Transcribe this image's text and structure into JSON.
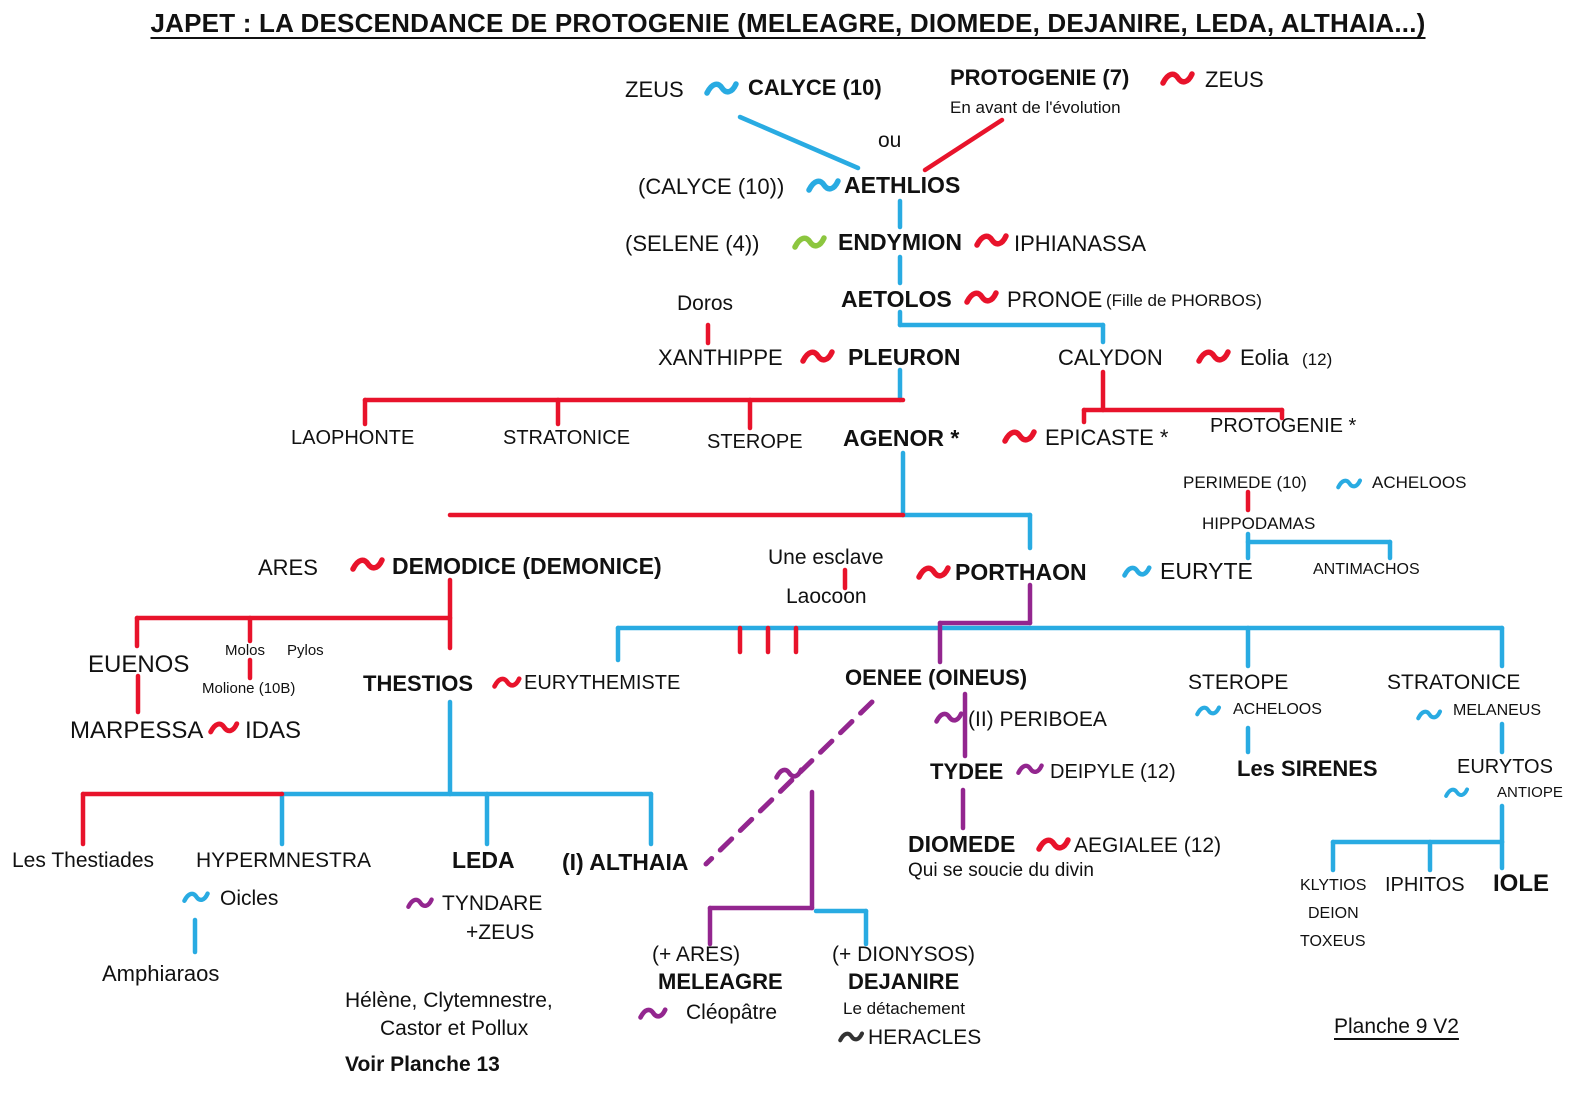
{
  "title": "JAPET : LA DESCENDANCE DE PROTOGENIE (MELEAGRE, DIOMEDE, DEJANIRE, LEDA, ALTHAIA...)",
  "colors": {
    "union_line_cyan": "#29abe2",
    "union_line_red": "#e8132b",
    "union_line_purple": "#93268f",
    "union_tilde_green": "#8cc63f",
    "text": "#111111"
  },
  "labels": {
    "zeus_top_left": "ZEUS",
    "calyce_10": "CALYCE (10)",
    "protogenie_7": "PROTOGENIE (7)",
    "zeus_top_right": "ZEUS",
    "evolution_note": "En avant de l'évolution",
    "ou": "ou",
    "calyce_paren": "(CALYCE (10))",
    "aethlios": "AETHLIOS",
    "selene_paren": "(SELENE (4))",
    "endymion": "ENDYMION",
    "iphianassa": "IPHIANASSA",
    "aetolos": "AETOLOS",
    "pronoe": "PRONOE",
    "fille_phorbos": "(Fille de PHORBOS)",
    "doros": "Doros",
    "xanthippe": "XANTHIPPE",
    "pleuron": "PLEURON",
    "calydon": "CALYDON",
    "eolia": "Eolia",
    "eolia_12": "(12)",
    "laophonte": "LAOPHONTE",
    "stratonice_1": "STRATONICE",
    "sterope_1": "STEROPE",
    "agenor": "AGENOR *",
    "epicaste": "EPICASTE *",
    "protogenie_star": "PROTOGENIE *",
    "perimede_10": "PERIMEDE (10)",
    "acheloos_1": "ACHELOOS",
    "hippodamas": "HIPPODAMAS",
    "euryte": "EURYTE",
    "antimachos": "ANTIMACHOS",
    "ares": "ARES",
    "demodice": "DEMODICE (DEMONICE)",
    "une_esclave": "Une esclave",
    "laocoon": "Laocoon",
    "porthaon": "PORTHAON",
    "euenos": "EUENOS",
    "molos": "Molos",
    "pylos": "Pylos",
    "molione_10b": "Molione (10B)",
    "thestios": "THESTIOS",
    "eurythemiste": "EURYTHEMISTE",
    "marpessa": "MARPESSA",
    "idas": "IDAS",
    "oenee": "OENEE (OINEUS)",
    "periboea": "(II) PERIBOEA",
    "tydee": "TYDEE",
    "deipyle_12": "DEIPYLE (12)",
    "diomede": "DIOMEDE",
    "aegialee_12": "AEGIALEE (12)",
    "divin_note": "Qui se soucie du divin",
    "sterope_2": "STEROPE",
    "acheloos_2": "ACHELOOS",
    "sirenes": "Les SIRENES",
    "stratonice_2": "STRATONICE",
    "melaneus": "MELANEUS",
    "eurytos": "EURYTOS",
    "antiope": "ANTIOPE",
    "klytios": "KLYTIOS",
    "iphitos": "IPHITOS",
    "iole": "IOLE",
    "deion": "DEION",
    "toxeus": "TOXEUS",
    "thestiades": "Les Thestiades",
    "hypermnestra": "HYPERMNESTRA",
    "oicles": "Oicles",
    "amphiaraos": "Amphiaraos",
    "leda": "LEDA",
    "tyndare": "TYNDARE",
    "plus_zeus": "+ZEUS",
    "helene_line": "Hélène, Clytemnestre,",
    "castor_line": "Castor et Pollux",
    "voir_planche": "Voir Planche 13",
    "althaia": "(I) ALTHAIA",
    "plus_ares": "(+ ARES)",
    "meleagre": "MELEAGRE",
    "cleopatre": "Cléopâtre",
    "plus_dionysos": "(+ DIONYSOS)",
    "dejanire": "DEJANIRE",
    "detachement_note": "Le détachement",
    "heracles": "HERACLES",
    "planche_ref": "Planche 9 V2"
  }
}
